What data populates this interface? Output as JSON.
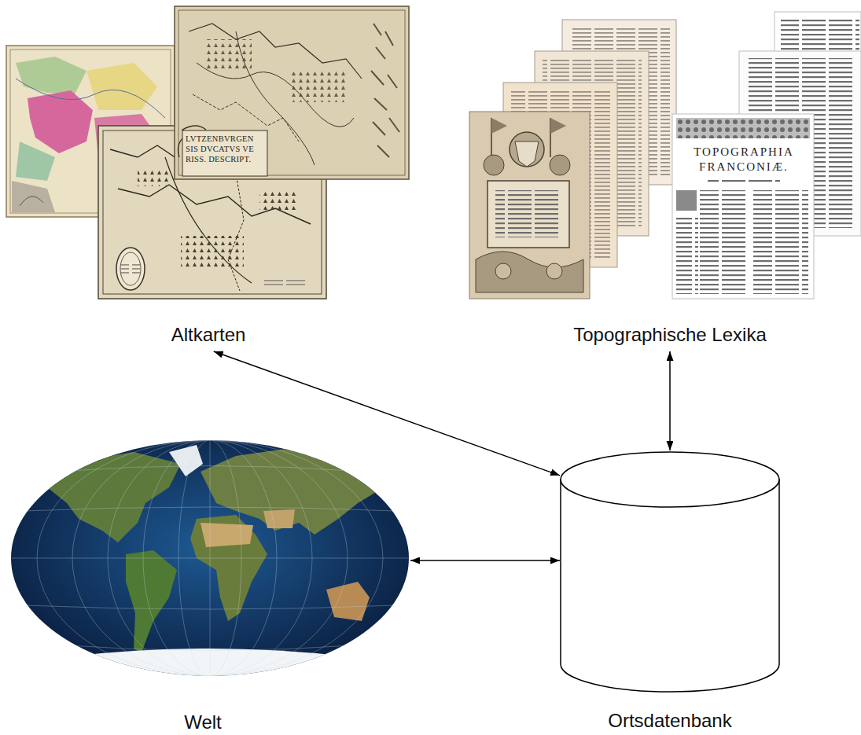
{
  "diagram": {
    "nodes": [
      {
        "text": [
          "Altkarten"
        ]
      },
      {
        "text": [
          "Topographische Lexika"
        ]
      },
      {
        "text": [
          "Welt"
        ]
      },
      {
        "text": [
          "Ortsdatenbank"
        ]
      }
    ],
    "edges": [
      {
        "from": 0,
        "to": 3,
        "arrow": "both"
      },
      {
        "from": 1,
        "to": 3,
        "arrow": "both"
      },
      {
        "from": 2,
        "to": 3,
        "arrow": "both"
      }
    ],
    "labels": [
      "LVTZENBVRGEN SIS DVCATVS VE RISS. DESCRIPT.",
      "TOPOGRAPHIA FRANCONIÆ."
    ]
  }
}
